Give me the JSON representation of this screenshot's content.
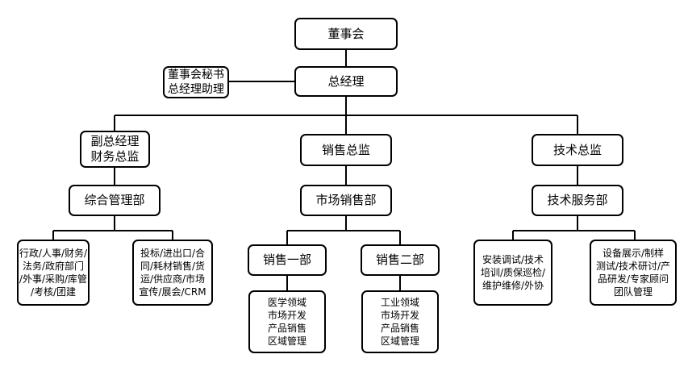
{
  "board": "董事会",
  "secretary": [
    "董事会秘书",
    "总经理助理"
  ],
  "ceo": "总经理",
  "vp_finance": [
    "副总经理",
    "财务总监"
  ],
  "sales_director": "销售总监",
  "tech_director": "技术总监",
  "admin_dept": "综合管理部",
  "marketing_dept": "市场销售部",
  "tech_service_dept": "技术服务部",
  "admin_duties_1": [
    "行政/人事/财务/",
    "法务/政府部门",
    "/外事/采购/库管",
    "/考核/团建"
  ],
  "admin_duties_2": [
    "投标/进出口/合",
    "同/耗材销售/货",
    "运/供应商/市场",
    "宣传/展会/CRM"
  ],
  "sales_one": "销售一部",
  "sales_two": "销售二部",
  "sales_one_duties": [
    "医学领域",
    "市场开发",
    "产品销售",
    "区域管理"
  ],
  "sales_two_duties": [
    "工业领域",
    "市场开发",
    "产品销售",
    "区域管理"
  ],
  "tech_duties_1": [
    "安装调试/技术",
    "培训/质保巡检/",
    "维护维修/外协"
  ],
  "tech_duties_2": [
    "设备展示/制样",
    "测试/技术研讨/产",
    "品研发/专家顾问",
    "团队管理"
  ]
}
